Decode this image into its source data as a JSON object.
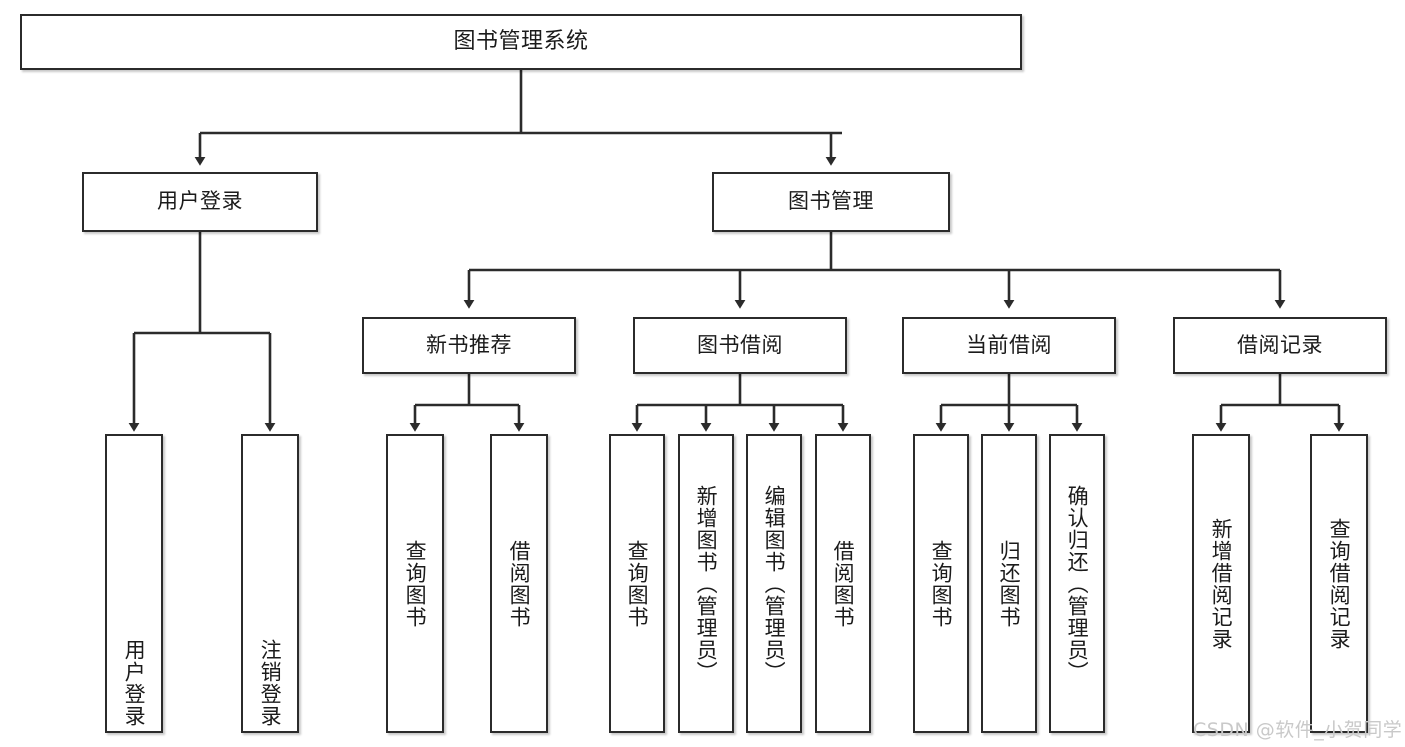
{
  "diagram": {
    "type": "tree-hierarchy",
    "title": "图书管理系统",
    "root": {
      "label": "图书管理系统"
    },
    "level2": [
      {
        "label": "用户登录"
      },
      {
        "label": "图书管理"
      }
    ],
    "level3": [
      {
        "label": "新书推荐"
      },
      {
        "label": "图书借阅"
      },
      {
        "label": "当前借阅"
      },
      {
        "label": "借阅记录"
      }
    ],
    "leaves": {
      "user_login": [
        {
          "label": "用户登录"
        },
        {
          "label": "注销登录"
        }
      ],
      "new_book_recommend": [
        {
          "label": "查询图书"
        },
        {
          "label": "借阅图书"
        }
      ],
      "book_borrow": [
        {
          "label": "查询图书"
        },
        {
          "label": "新增图书（管理员）"
        },
        {
          "label": "编辑图书（管理员）"
        },
        {
          "label": "借阅图书"
        }
      ],
      "current_borrow": [
        {
          "label": "查询图书"
        },
        {
          "label": "归还图书"
        },
        {
          "label": "确认归还（管理员）"
        }
      ],
      "borrow_record": [
        {
          "label": "新增借阅记录"
        },
        {
          "label": "查询借阅记录"
        }
      ]
    }
  },
  "watermark": {
    "text": "CSDN @软件_小贺同学"
  },
  "colors": {
    "border": "#2b2b2b",
    "background": "#ffffff",
    "text": "#1b1b1b",
    "connector": "#2b2b2b",
    "watermark": "#c9c9c9"
  }
}
